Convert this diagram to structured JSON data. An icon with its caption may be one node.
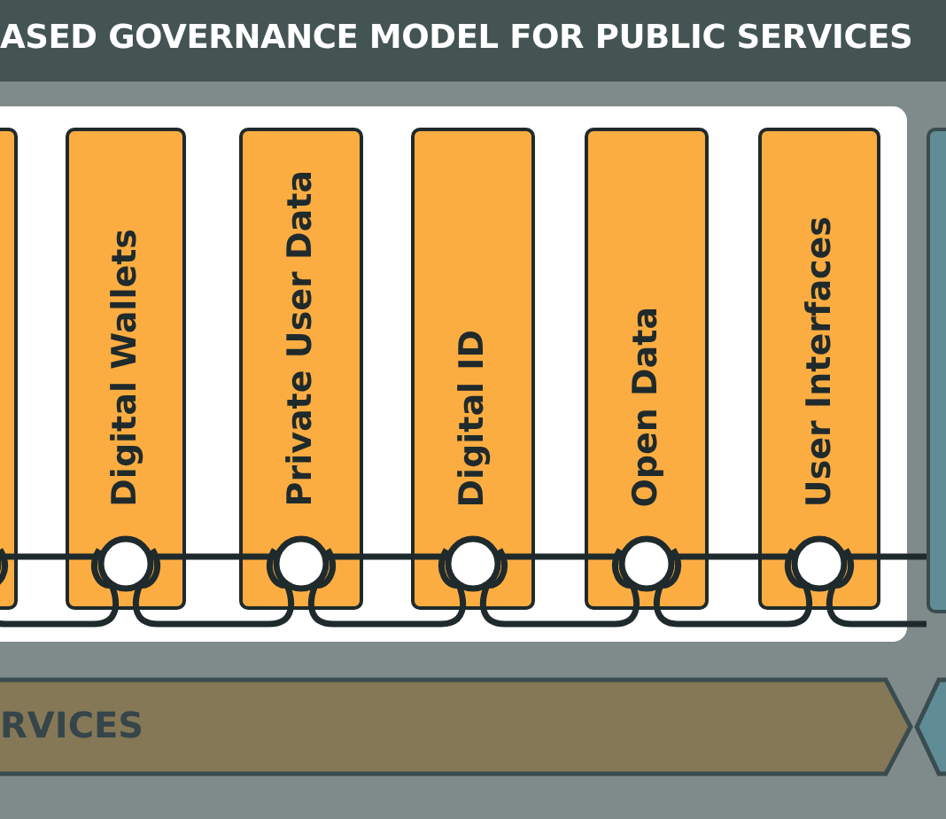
{
  "diagram": {
    "title": "ASED GOVERNANCE MODEL FOR PUBLIC SERVICES",
    "nodes": [
      {
        "text": [],
        "shape": "box"
      },
      {
        "text": [],
        "shape": "box",
        "in": 0
      },
      {
        "text": [
          "Digital Wallets"
        ],
        "in": 0
      },
      {
        "text": [
          "Private User Data"
        ],
        "in": 0
      },
      {
        "text": [
          "Digital ID"
        ],
        "in": 0
      },
      {
        "text": [
          "Open Data"
        ],
        "in": 0
      },
      {
        "text": [
          "User Interfaces"
        ],
        "in": 0
      },
      {
        "text": [],
        "shape": "box"
      },
      {
        "text": [
          "RVICES"
        ]
      },
      {
        "text": [],
        "shape": "hexagon"
      }
    ],
    "edges": [
      {
        "from": 1,
        "to": 2,
        "arrow": "none"
      },
      {
        "from": 2,
        "to": 3,
        "arrow": "none"
      },
      {
        "from": 3,
        "to": 4,
        "arrow": "none"
      },
      {
        "from": 4,
        "to": 5,
        "arrow": "none"
      },
      {
        "from": 5,
        "to": 6,
        "arrow": "none"
      },
      {
        "from": 6,
        "to": 7,
        "arrow": "none"
      }
    ]
  }
}
